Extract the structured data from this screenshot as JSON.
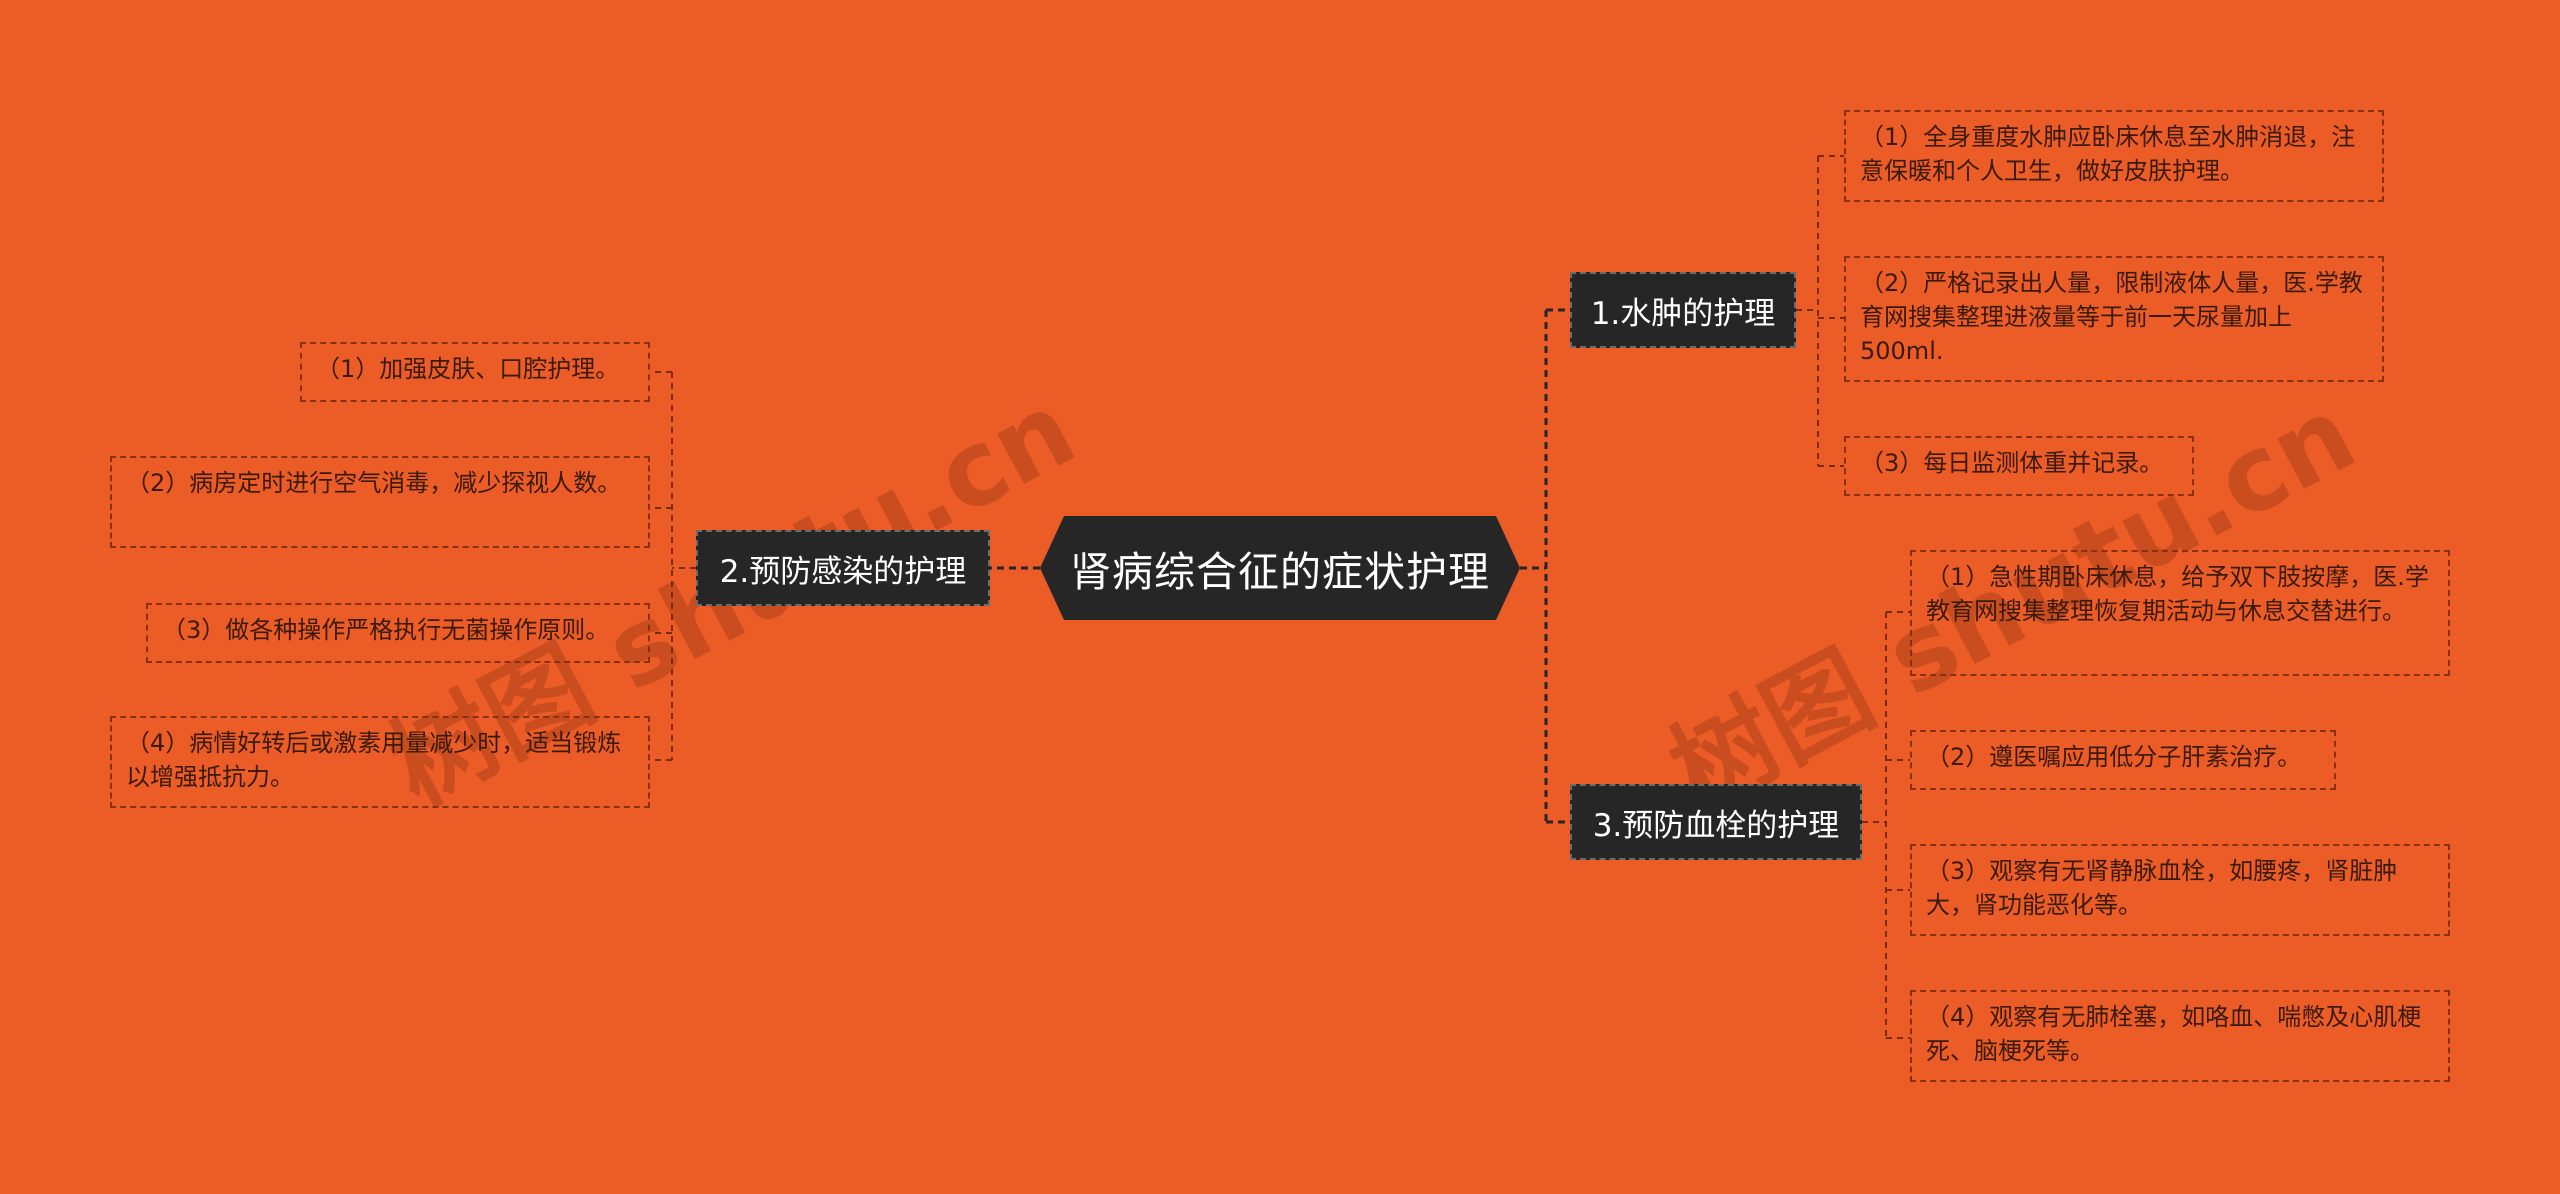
{
  "root": {
    "label": "肾病综合征的症状护理"
  },
  "branches": [
    {
      "label": "1.水肿的护理",
      "leaves": [
        "（1）全身重度水肿应卧床休息至水肿消退，注意保暖和个人卫生，做好皮肤护理。",
        "（2）严格记录出人量，限制液体人量，医.学教育网搜集整理进液量等于前一天尿量加上500ml.",
        "（3）每日监测体重并记录。"
      ]
    },
    {
      "label": "2.预防感染的护理",
      "leaves": [
        "（1）加强皮肤、口腔护理。",
        "（2）病房定时进行空气消毒，减少探视人数。",
        "（3）做各种操作严格执行无菌操作原则。",
        "（4）病情好转后或激素用量减少时，适当锻炼以增强抵抗力。"
      ]
    },
    {
      "label": "3.预防血栓的护理",
      "leaves": [
        "（1）急性期卧床休息，给予双下肢按摩，医.学教育网搜集整理恢复期活动与休息交替进行。",
        "（2）遵医嘱应用低分子肝素治疗。",
        "（3）观察有无肾静脉血栓，如腰疼，肾脏肿大，肾功能恶化等。",
        "（4）观察有无肺栓塞，如咯血、喘憋及心肌梗死、脑梗死等。"
      ]
    }
  ],
  "watermark": "树图 shutu.cn",
  "colors": {
    "background": "#eb5c27",
    "node": "#262626",
    "leaf_border": "#8a2f10"
  }
}
